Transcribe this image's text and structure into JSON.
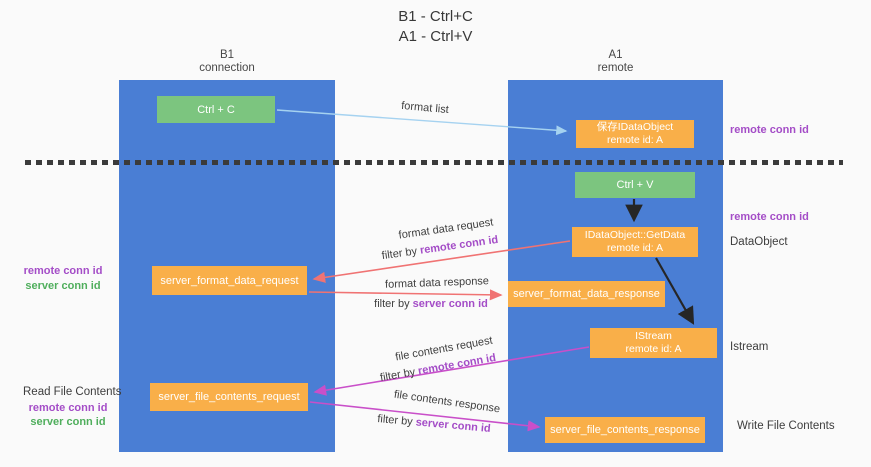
{
  "title": {
    "line1": "B1 - Ctrl+C",
    "line2": "A1 - Ctrl+V"
  },
  "columns": {
    "left": {
      "name": "B1",
      "role": "connection"
    },
    "right": {
      "name": "A1",
      "role": "remote"
    }
  },
  "nodes": {
    "ctrl_c": {
      "label": "Ctrl + C"
    },
    "save_idataobject": {
      "line1": "保存IDataObject",
      "line2": "remote id: A"
    },
    "ctrl_v": {
      "label": "Ctrl + V"
    },
    "idataobject_getdata": {
      "line1": "IDataObject::GetData",
      "line2": "remote id: A"
    },
    "server_format_data_request": {
      "label": "server_format_data_request"
    },
    "server_format_data_response": {
      "label": "server_format_data_response"
    },
    "istream": {
      "line1": "IStream",
      "line2": "remote id: A"
    },
    "server_file_contents_request": {
      "label": "server_file_contents_request"
    },
    "server_file_contents_response": {
      "label": "server_file_contents_response"
    }
  },
  "arrows": {
    "format_list": {
      "label": "format list"
    },
    "format_data_request": {
      "label": "format data request",
      "filter_prefix": "filter by ",
      "filter_key": "remote conn id"
    },
    "format_data_response": {
      "label": "format data response",
      "filter_prefix": "filter by ",
      "filter_key": "server conn id"
    },
    "file_contents_request": {
      "label": "file contents request",
      "filter_prefix": "filter by ",
      "filter_key": "remote conn id"
    },
    "file_contents_response": {
      "label": "file contents response",
      "filter_prefix": "filter by ",
      "filter_key": "server conn id"
    }
  },
  "annotations": {
    "left_mid": {
      "remote": "remote conn id",
      "server": "server conn id"
    },
    "left_bottom": {
      "title": "Read File Contents",
      "remote": "remote conn id",
      "server": "server conn id"
    },
    "right": {
      "top_remote": "remote conn id",
      "mid_remote": "remote conn id",
      "dataobject": "DataObject",
      "istream": "Istream",
      "write": "Write File Contents"
    }
  },
  "colors": {
    "column-blue": "#4a7ed4",
    "node-green": "#7cc57f",
    "node-orange": "#f9af49",
    "arrow-lightblue": "#a5d2f0",
    "arrow-salmon": "#f07373",
    "arrow-magenta": "#c94fc9",
    "arrow-black": "#262626",
    "text-dark": "#3d3d3d",
    "id-purple": "#a44dc7",
    "id-green": "#4fae5c",
    "dash": "#3b3b3b",
    "bg": "#fafafa"
  }
}
